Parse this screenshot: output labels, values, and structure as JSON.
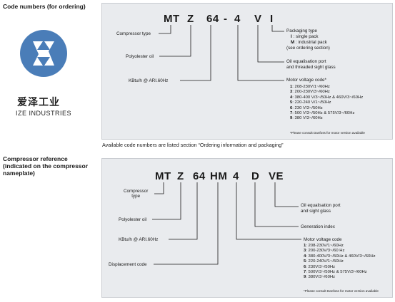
{
  "colors": {
    "accent": "#4a7db8",
    "panel": "#e9ebee",
    "line": "#1a1a1a"
  },
  "sections": {
    "code_numbers_heading": "Code numbers (for ordering)",
    "compressor_reference_heading": "Compressor reference\n(indicated on the compressor\nnameplate)"
  },
  "brand": {
    "logo_icon": "ize-logo-icon",
    "cn": "爱泽工业",
    "en": "IZE INDUSTRIES"
  },
  "panel1": {
    "code": {
      "mt": "MT",
      "z": "Z",
      "num": "64",
      "dash1": "-",
      "volt": "4",
      "v": "V",
      "i": "I"
    },
    "labels": {
      "compressor_type": "Compressor type",
      "polyolester_oil": "Polyolester oil",
      "kbtu": "KBtu/h @ ARI.60Hz",
      "motor_voltage_code": "Motor voltage code*",
      "oil_equalisation": "Oil equalisation port",
      "threaded_sight_glass": "and threaded sight glass",
      "packaging_type": "Packaging type",
      "single_pack_code": "I",
      "single_pack": " : single pack",
      "industrial_pack_code": "M",
      "industrial_pack": " : industrial pack",
      "see_ordering": "(see ordering section)"
    },
    "voltages": [
      {
        "code": "1",
        "text": ": 208-230V/1~/60Hz"
      },
      {
        "code": "3",
        "text": ": 200-230V/3~/60Hz"
      },
      {
        "code": "4",
        "text": ": 380-400 V/3~/50Hz & 460V/3~/60Hz"
      },
      {
        "code": "5",
        "text": ": 220-240 V/1~/50Hz"
      },
      {
        "code": "6",
        "text": ": 230 V/3~/50Hz"
      },
      {
        "code": "7",
        "text": ": 500 V/3~/50Hz & 575V/3~/60Hz"
      },
      {
        "code": "9",
        "text": ": 380 V/3~/60Hz"
      }
    ],
    "note": "*Please consult Danfoss for motor version available"
  },
  "caption": "Available code numbers are listed section “Ordering information and packaging”",
  "panel2": {
    "code": {
      "mt": "MT",
      "z": "Z",
      "num": "64",
      "hm": "HM",
      "volt": "4",
      "d": "D",
      "ve": "VE"
    },
    "labels": {
      "compressor": "Compressor",
      "type": "type",
      "polyolester_oil": "Polyolester oil",
      "kbtu": "KBtu/h @ ARI.60Hz",
      "displacement": "Displacement code",
      "oil_equalisation": "Oil equalisation port",
      "and_sight_glass": "and sight glass",
      "generation_index": "Generation index",
      "motor_voltage_code": "Motor voltage code"
    },
    "voltages": [
      {
        "code": "1",
        "text": ": 208-230V/1~/60Hz"
      },
      {
        "code": "3",
        "text": ": 200-230V/3~/60 Hz"
      },
      {
        "code": "4",
        "text": ": 380-400V/3~/50Hz & 460V/3~/60Hz"
      },
      {
        "code": "5",
        "text": ": 220-240V/1~/50Hz"
      },
      {
        "code": "6",
        "text": ": 230V/3~/50Hz"
      },
      {
        "code": "7",
        "text": ": 500V/3~/50Hz & 575V/3~/60Hz"
      },
      {
        "code": "9",
        "text": ": 380V/3~/60Hz"
      }
    ],
    "note": "*Please consult Danfoss for motor version available"
  }
}
